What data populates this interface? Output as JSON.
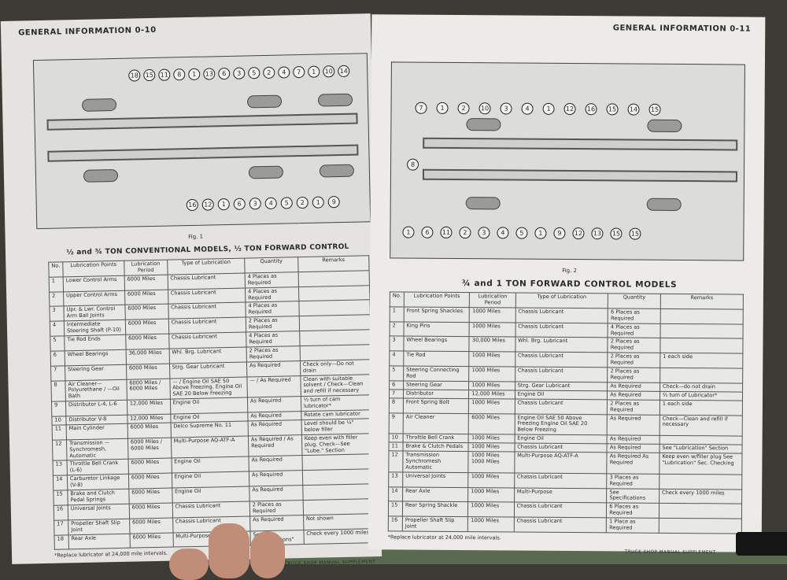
{
  "left_page": {
    "header": "GENERAL INFORMATION 0-10",
    "figure_label": "Fig. 1",
    "callouts_top": [
      "18",
      "15",
      "11",
      "8",
      "1",
      "13",
      "6",
      "3",
      "5",
      "2",
      "4",
      "7",
      "1",
      "10",
      "14"
    ],
    "callouts_bottom": [
      "16",
      "12",
      "1",
      "6",
      "3",
      "4",
      "5",
      "2",
      "1",
      "9"
    ],
    "table_title": "½ and ¾ TON CONVENTIONAL MODELS, ½ TON FORWARD CONTROL",
    "columns": [
      "No.",
      "Lubrication Points",
      "Lubrication Period",
      "Type of Lubrication",
      "Quantity",
      "Remarks"
    ],
    "rows": [
      [
        "1",
        "Lower Control Arms",
        "6000 Miles",
        "Chassis Lubricant",
        "4 Places as Required",
        ""
      ],
      [
        "2",
        "Upper Control Arms",
        "6000 Miles",
        "Chassis Lubricant",
        "4 Places as Required",
        ""
      ],
      [
        "3",
        "Upr. & Lwr. Control Arm Ball Joints",
        "6000 Miles",
        "Chassis Lubricant",
        "4 Places as Required",
        ""
      ],
      [
        "4",
        "Intermediate Steering Shaft (P-10)",
        "6000 Miles",
        "Chassis Lubricant",
        "2 Places as Required",
        ""
      ],
      [
        "5",
        "Tie Rod Ends",
        "6000 Miles",
        "Chassis Lubricant",
        "4 Places as Required",
        ""
      ],
      [
        "6",
        "Wheel Bearings",
        "36,000 Miles",
        "Whl. Brg. Lubricant",
        "2 Places as Required",
        ""
      ],
      [
        "7",
        "Steering Gear",
        "6000 Miles",
        "Strg. Gear Lubricant",
        "As Required",
        "Check only—Do not drain"
      ],
      [
        "8",
        "Air Cleaner—Polyurethane / —Oil Bath",
        "6000 Miles / 6000 Miles",
        "— / Engine Oil SAE 50 Above Freezing, Engine Oil SAE 20 Below Freezing",
        "— / As Required",
        "Clean with suitable solvent / Check—Clean and refill if necessary"
      ],
      [
        "9",
        "Distributor L-4, L-6",
        "12,000 Miles",
        "Engine Oil",
        "As Required",
        "½ turn of cam lubricator*"
      ],
      [
        "10",
        "Distributor V-8",
        "12,000 Miles",
        "Engine Oil",
        "As Required",
        "Rotate cam lubricator"
      ],
      [
        "11",
        "Main Cylinder",
        "6000 Miles",
        "Delco Supreme No. 11",
        "As Required",
        "Level should be ¼\" below filler"
      ],
      [
        "12",
        "Transmission — Synchromesh, Automatic",
        "6000 Miles / 6000 Miles",
        "Multi-Purpose AQ-ATF-A",
        "As Required / As Required",
        "Keep even with filler plug. Check—See \"Lube.\" Section"
      ],
      [
        "13",
        "Throttle Bell Crank (L-6)",
        "6000 Miles",
        "Engine Oil",
        "As Required",
        ""
      ],
      [
        "14",
        "Carburetor Linkage (V-8)",
        "6000 Miles",
        "Engine Oil",
        "As Required",
        ""
      ],
      [
        "15",
        "Brake and Clutch Pedal Springs",
        "6000 Miles",
        "Engine Oil",
        "As Required",
        ""
      ],
      [
        "16",
        "Universal Joints",
        "6000 Miles",
        "Chassis Lubricant",
        "2 Places as Required",
        ""
      ],
      [
        "17",
        "Propeller Shaft Slip Joint",
        "6000 Miles",
        "Chassis Lubricant",
        "As Required",
        "Not shown"
      ],
      [
        "18",
        "Rear Axle",
        "6000 Miles",
        "Multi-Purpose",
        "See \"Specifications\"",
        "Check every 1000 miles"
      ]
    ],
    "footnote": "*Replace lubricator at 24,000 mile intervals.",
    "footer": "TRUCK SHOP MANUAL SUPPLEMENT"
  },
  "right_page": {
    "header": "GENERAL INFORMATION 0-11",
    "figure_label": "Fig. 2",
    "callouts_top": [
      "7",
      "1",
      "2",
      "10",
      "3",
      "4",
      "1",
      "12",
      "16",
      "15",
      "14",
      "15"
    ],
    "callout_side": "8",
    "callouts_bottom": [
      "1",
      "6",
      "11",
      "2",
      "3",
      "4",
      "5",
      "1",
      "9",
      "12",
      "13",
      "15",
      "15"
    ],
    "table_title": "¾ and 1 TON FORWARD CONTROL MODELS",
    "columns": [
      "No.",
      "Lubrication Points",
      "Lubrication Period",
      "Type of Lubrication",
      "Quantity",
      "Remarks"
    ],
    "rows": [
      [
        "1",
        "Front Spring Shackles",
        "1000 Miles",
        "Chassis Lubricant",
        "6 Places as Required",
        ""
      ],
      [
        "2",
        "King Pins",
        "1000 Miles",
        "Chassis Lubricant",
        "4 Places as Required",
        ""
      ],
      [
        "3",
        "Wheel Bearings",
        "30,000 Miles",
        "Whl. Brg. Lubricant",
        "2 Places as Required",
        ""
      ],
      [
        "4",
        "Tie Rod",
        "1000 Miles",
        "Chassis Lubricant",
        "2 Places as Required",
        "1 each side"
      ],
      [
        "5",
        "Steering Connecting Rod",
        "1000 Miles",
        "Chassis Lubricant",
        "2 Places as Required",
        ""
      ],
      [
        "6",
        "Steering Gear",
        "1000 Miles",
        "Strg. Gear Lubricant",
        "As Required",
        "Check—do not drain"
      ],
      [
        "7",
        "Distributor",
        "12,000 Miles",
        "Engine Oil",
        "As Required",
        "½ turn of Lubricator*"
      ],
      [
        "8",
        "Front Spring Bolt",
        "1000 Miles",
        "Chassis Lubricant",
        "2 Places as Required",
        "1 each side"
      ],
      [
        "9",
        "Air Cleaner",
        "6000 Miles",
        "Engine Oil SAE 50 Above Freezing Engine Oil SAE 20 Below Freezing",
        "As Required",
        "Check—Clean and refill if necessary"
      ],
      [
        "10",
        "Throttle Bell Crank",
        "1000 Miles",
        "Engine Oil",
        "As Required",
        ""
      ],
      [
        "11",
        "Brake & Clutch Pedals",
        "1000 Miles",
        "Chassis Lubricant",
        "As Required",
        "See \"Lubrication\" Section"
      ],
      [
        "12",
        "Transmission Synchromesh Automatic",
        "1000 Miles 1000 Miles",
        "Multi-Purpose AQ-ATF-A",
        "As Required As Required",
        "Keep even w/filler plug See \"Lubrication\" Sec. Checking"
      ],
      [
        "13",
        "Universal Joints",
        "1000 Miles",
        "Chassis Lubricant",
        "3 Places as Required",
        ""
      ],
      [
        "14",
        "Rear Axle",
        "1000 Miles",
        "Multi-Purpose",
        "See Specifications",
        "Check every 1000 miles"
      ],
      [
        "15",
        "Rear Spring Shackle",
        "1000 Miles",
        "Chassis Lubricant",
        "6 Places as Required",
        ""
      ],
      [
        "16",
        "Propeller Shaft Slip Joint",
        "1000 Miles",
        "Chassis Lubricant",
        "1 Place as Required",
        ""
      ]
    ],
    "footnote": "*Replace lubricator at 24,000 mile intervals.",
    "footer": "TRUCK SHOP MANUAL SUPPLEMENT"
  }
}
